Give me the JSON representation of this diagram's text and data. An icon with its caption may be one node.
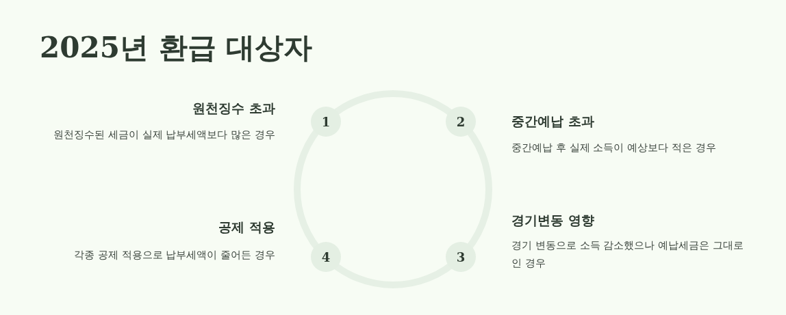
{
  "diagram": {
    "title": "2025년 환급 대상자",
    "nodes": [
      {
        "text": [
          "1"
        ],
        "beside": [
          "원천징수 초과",
          "원천징수된 세금이 실제 납부세액보다 많은 경우"
        ]
      },
      {
        "text": [
          "2"
        ],
        "beside": [
          "중간예납 초과",
          "중간예납 후 실제 소득이 예상보다 적은 경우"
        ]
      },
      {
        "text": [
          "3"
        ],
        "beside": [
          "경기변동 영향",
          "경기 변동으로 소득 감소했으나 예납세금은 그대로인 경우"
        ]
      },
      {
        "text": [
          "4"
        ],
        "beside": [
          "공제 적용",
          "각종 공제 적용으로 납부세액이 줄어든 경우"
        ]
      }
    ]
  }
}
